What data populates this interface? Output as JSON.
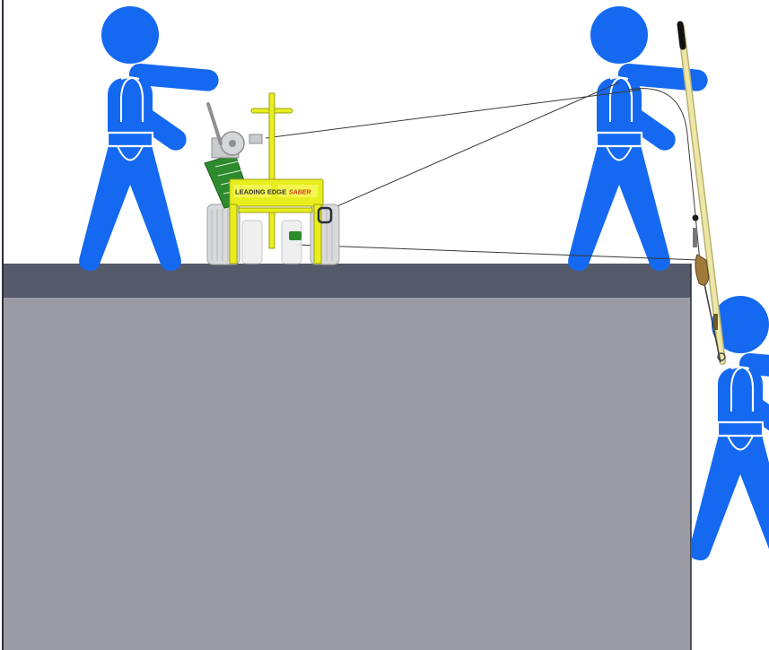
{
  "device": {
    "brand_label": "LEADING EDGE",
    "model_label": "SABER"
  },
  "colors": {
    "background": "#ffffff",
    "roof_deck": "#555a6a",
    "building_wall": "#9a9ba5",
    "outline": "#2b2f3a",
    "worker_figure": "#1469f0",
    "harness_strap": "#ffffff",
    "anchor_frame": "#e8ee1e",
    "winch_plate": "#2d8a2d",
    "winch_drum": "#d6d7d9",
    "rope_line": "#3a3a3a",
    "pole": "#ece7a6",
    "pole_tip": "#111111",
    "snap_hook": "#a07a3a"
  },
  "workers": [
    {
      "name": "worker-left-on-roof",
      "role": "on roof, standing"
    },
    {
      "name": "worker-center-on-roof",
      "role": "on roof, holding pole"
    },
    {
      "name": "worker-over-edge",
      "role": "suspended over roof edge"
    }
  ],
  "icons": [
    "person-icon",
    "anchor-device-icon",
    "winch-icon",
    "rescue-pole-icon",
    "snap-hook-icon"
  ]
}
